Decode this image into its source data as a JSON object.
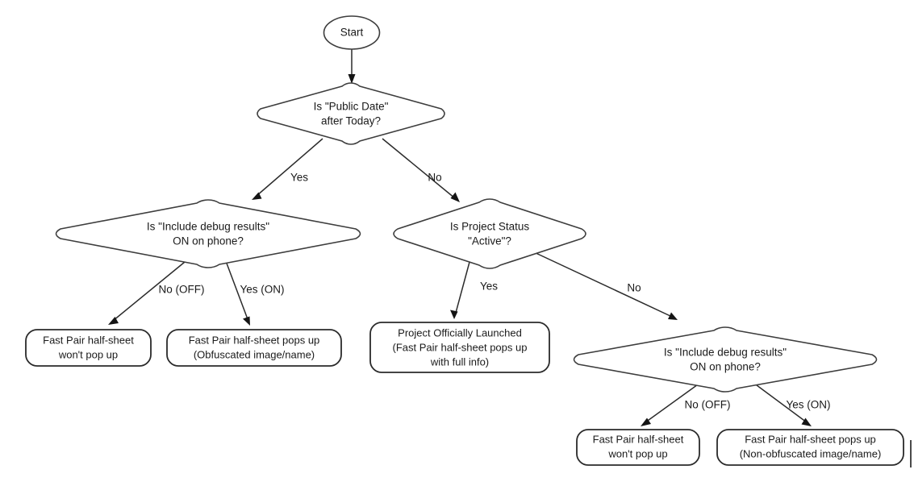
{
  "diagram": {
    "title": "Fast Pair Half-Sheet Decision Flowchart",
    "type": "flowchart",
    "orientation": "top-down",
    "colors": {
      "background": "#ffffff",
      "node_stroke": "#3d3d3d",
      "terminal_stroke": "#2a2a2a",
      "edge_stroke": "#2b2b2b",
      "text": "#1a1a1a",
      "arrowhead": "#141414"
    }
  },
  "nodes": {
    "start": {
      "id": "start",
      "shape": "ellipse",
      "label": "Start",
      "lines": [
        "Start"
      ]
    },
    "d_public_date": {
      "id": "d_public_date",
      "shape": "diamond",
      "label": "Is \"Public Date\" after Today?",
      "lines": [
        "Is \"Public Date\"",
        "after Today?"
      ]
    },
    "d_debug_left": {
      "id": "d_debug_left",
      "shape": "diamond",
      "label": "Is \"Include debug results\" ON on phone?",
      "lines": [
        "Is \"Include debug results\"",
        "ON on phone?"
      ]
    },
    "d_project_status": {
      "id": "d_project_status",
      "shape": "diamond",
      "label": "Is Project Status \"Active\"?",
      "lines": [
        "Is Project Status",
        "\"Active\"?"
      ]
    },
    "t_left_off": {
      "id": "t_left_off",
      "shape": "rounded-rect",
      "label": "Fast Pair half-sheet won't pop up",
      "lines": [
        "Fast Pair half-sheet",
        "won't pop up"
      ]
    },
    "t_left_on": {
      "id": "t_left_on",
      "shape": "rounded-rect",
      "label": "Fast Pair half-sheet pops up (Obfuscated image/name)",
      "lines": [
        "Fast Pair half-sheet pops up",
        "(Obfuscated image/name)"
      ]
    },
    "t_launched": {
      "id": "t_launched",
      "shape": "rounded-rect",
      "label": "Project Officially Launched (Fast Pair half-sheet pops up with full info)",
      "lines": [
        "Project Officially Launched",
        "(Fast Pair half-sheet pops up",
        "with full info)"
      ]
    },
    "d_debug_right": {
      "id": "d_debug_right",
      "shape": "diamond",
      "label": "Is \"Include debug results\" ON on phone?",
      "lines": [
        "Is \"Include debug results\"",
        "ON on phone?"
      ]
    },
    "t_right_off": {
      "id": "t_right_off",
      "shape": "rounded-rect",
      "label": "Fast Pair half-sheet won't pop up",
      "lines": [
        "Fast Pair half-sheet",
        "won't pop up"
      ]
    },
    "t_right_on": {
      "id": "t_right_on",
      "shape": "rounded-rect",
      "label": "Fast Pair half-sheet pops up (Non-obfuscated image/name)",
      "lines": [
        "Fast Pair half-sheet pops up",
        "(Non-obfuscated image/name)"
      ]
    }
  },
  "edges": {
    "start_to_public_date": {
      "from": "start",
      "to": "d_public_date",
      "label": ""
    },
    "public_date_yes": {
      "from": "d_public_date",
      "to": "d_debug_left",
      "label": "Yes"
    },
    "public_date_no": {
      "from": "d_public_date",
      "to": "d_project_status",
      "label": "No"
    },
    "debug_left_off": {
      "from": "d_debug_left",
      "to": "t_left_off",
      "label": "No (OFF)"
    },
    "debug_left_on": {
      "from": "d_debug_left",
      "to": "t_left_on",
      "label": "Yes (ON)"
    },
    "project_status_yes": {
      "from": "d_project_status",
      "to": "t_launched",
      "label": "Yes"
    },
    "project_status_no": {
      "from": "d_project_status",
      "to": "d_debug_right",
      "label": "No"
    },
    "debug_right_off": {
      "from": "d_debug_right",
      "to": "t_right_off",
      "label": "No (OFF)"
    },
    "debug_right_on": {
      "from": "d_debug_right",
      "to": "t_right_on",
      "label": "Yes (ON)"
    }
  }
}
